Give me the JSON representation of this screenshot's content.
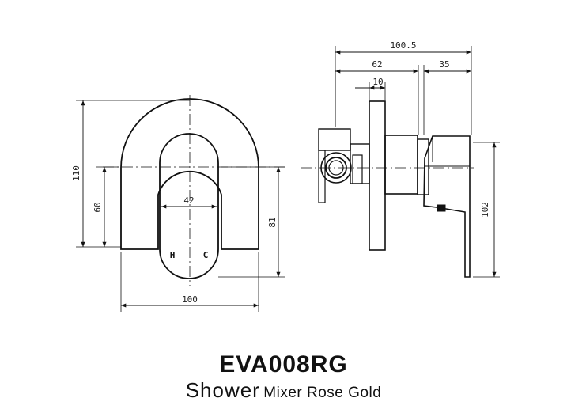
{
  "product": {
    "model": "EVA008RG",
    "title_main": "Shower",
    "title_rest": "Mixer Rose Gold"
  },
  "front_view": {
    "dimensions": {
      "overall_height": "110",
      "lower_height": "60",
      "handle_width": "42",
      "plate_height": "81",
      "overall_width": "100"
    },
    "handle_labels": {
      "hot": "H",
      "cold": "C"
    }
  },
  "side_view": {
    "dimensions": {
      "overall_depth": "100.5",
      "body_depth": "62",
      "lever_depth": "35",
      "plate_thickness": "10",
      "lever_height": "102"
    }
  }
}
